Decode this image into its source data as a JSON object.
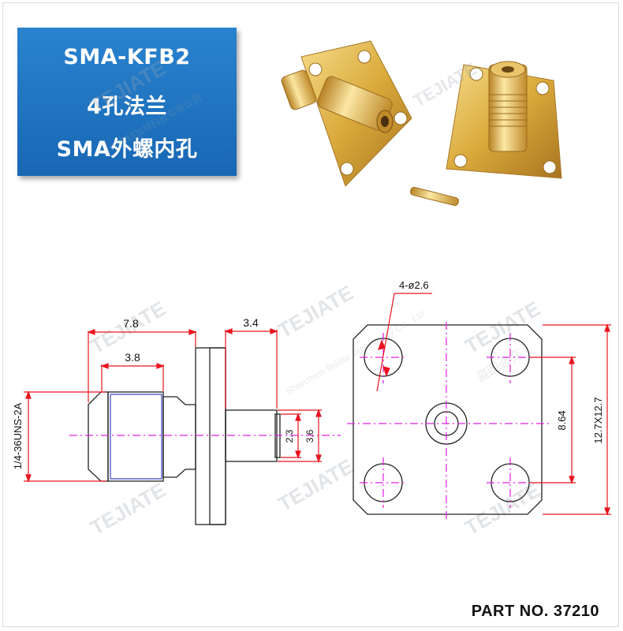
{
  "title_panel": {
    "line1": "SMA-KFB2",
    "line2": "4孔法兰",
    "line3": "SMA外螺内孔"
  },
  "drawing": {
    "dim_7_8": "7.8",
    "dim_3_8": "3.8",
    "dim_3_4": "3.4",
    "dim_thread": "1/4-36UNS-2A",
    "dim_2_3": "2.3",
    "dim_3_6": "3.6",
    "dim_holes": "4-ø2.6",
    "dim_8_64": "8.64",
    "dim_12_7": "12.7X12.7"
  },
  "watermark": {
    "brand": "TEJIATE",
    "company_cn": "深圳市特加特科技有限公司",
    "company_en": "Shenzhen Tejiate Technology Co., Ltd",
    "notice_cn": "盗图必究"
  },
  "part_no": "PART NO. 37210",
  "colors": {
    "dimension": "#e8141e",
    "centerline": "#e020e0",
    "outline": "#222222",
    "panel": "#1f72c0",
    "gold": "#d9a93a"
  }
}
